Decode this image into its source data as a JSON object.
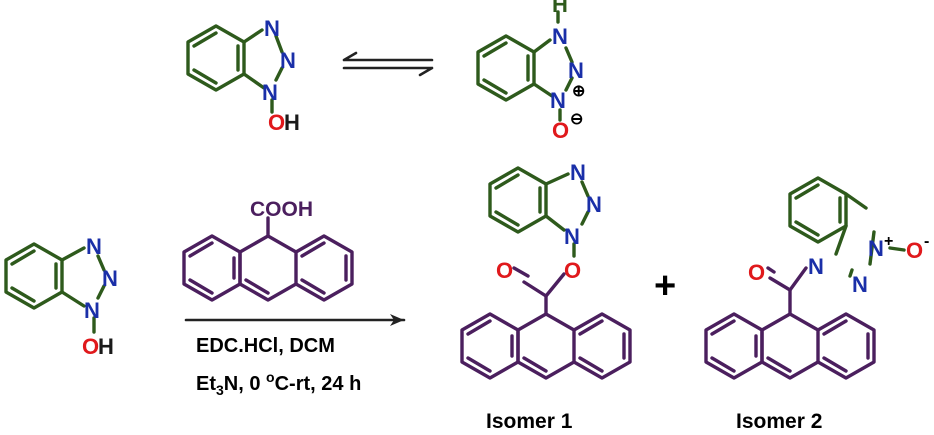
{
  "atoms": {
    "N": "N",
    "O": "O",
    "H": "H",
    "cooh": "COOH",
    "plus_charge": "⊕",
    "minus_charge": "⊖",
    "plus_sup": "+",
    "minus_sup": "-"
  },
  "conditions": {
    "reagents": "EDC.HCl, DCM",
    "base": "Et",
    "base_sub": "3",
    "base_rest": "N, 0 ",
    "deg_sup": "o",
    "temp_rest": "C-rt, 24 h"
  },
  "labels": {
    "isomer1": "Isomer 1",
    "isomer2": "Isomer 2",
    "plus": "+"
  },
  "colors": {
    "scaffold_green": "#2e5a1c",
    "anthracene_purple": "#4b1f5e",
    "nitrogen_blue": "#1a2fa8",
    "oxygen_red": "#e0191c"
  }
}
